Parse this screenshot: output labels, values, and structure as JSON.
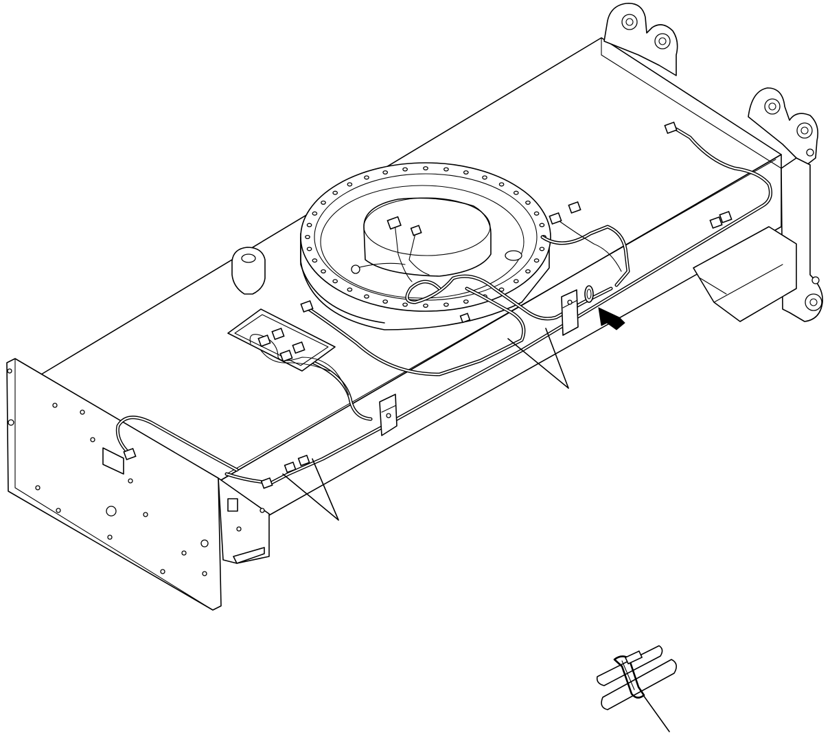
{
  "diagram": {
    "description_visible_text": "",
    "components": [
      {
        "id": "frame-beam"
      },
      {
        "id": "end-plate"
      },
      {
        "id": "slewing-ring-flange"
      },
      {
        "id": "clevis-bracket-top"
      },
      {
        "id": "clevis-bracket-right"
      },
      {
        "id": "wire-harness"
      },
      {
        "id": "connector-block"
      },
      {
        "id": "clamp-bracket"
      },
      {
        "id": "locating-arrow"
      },
      {
        "id": "leader-lines"
      },
      {
        "id": "cable-tie-detail"
      }
    ]
  }
}
